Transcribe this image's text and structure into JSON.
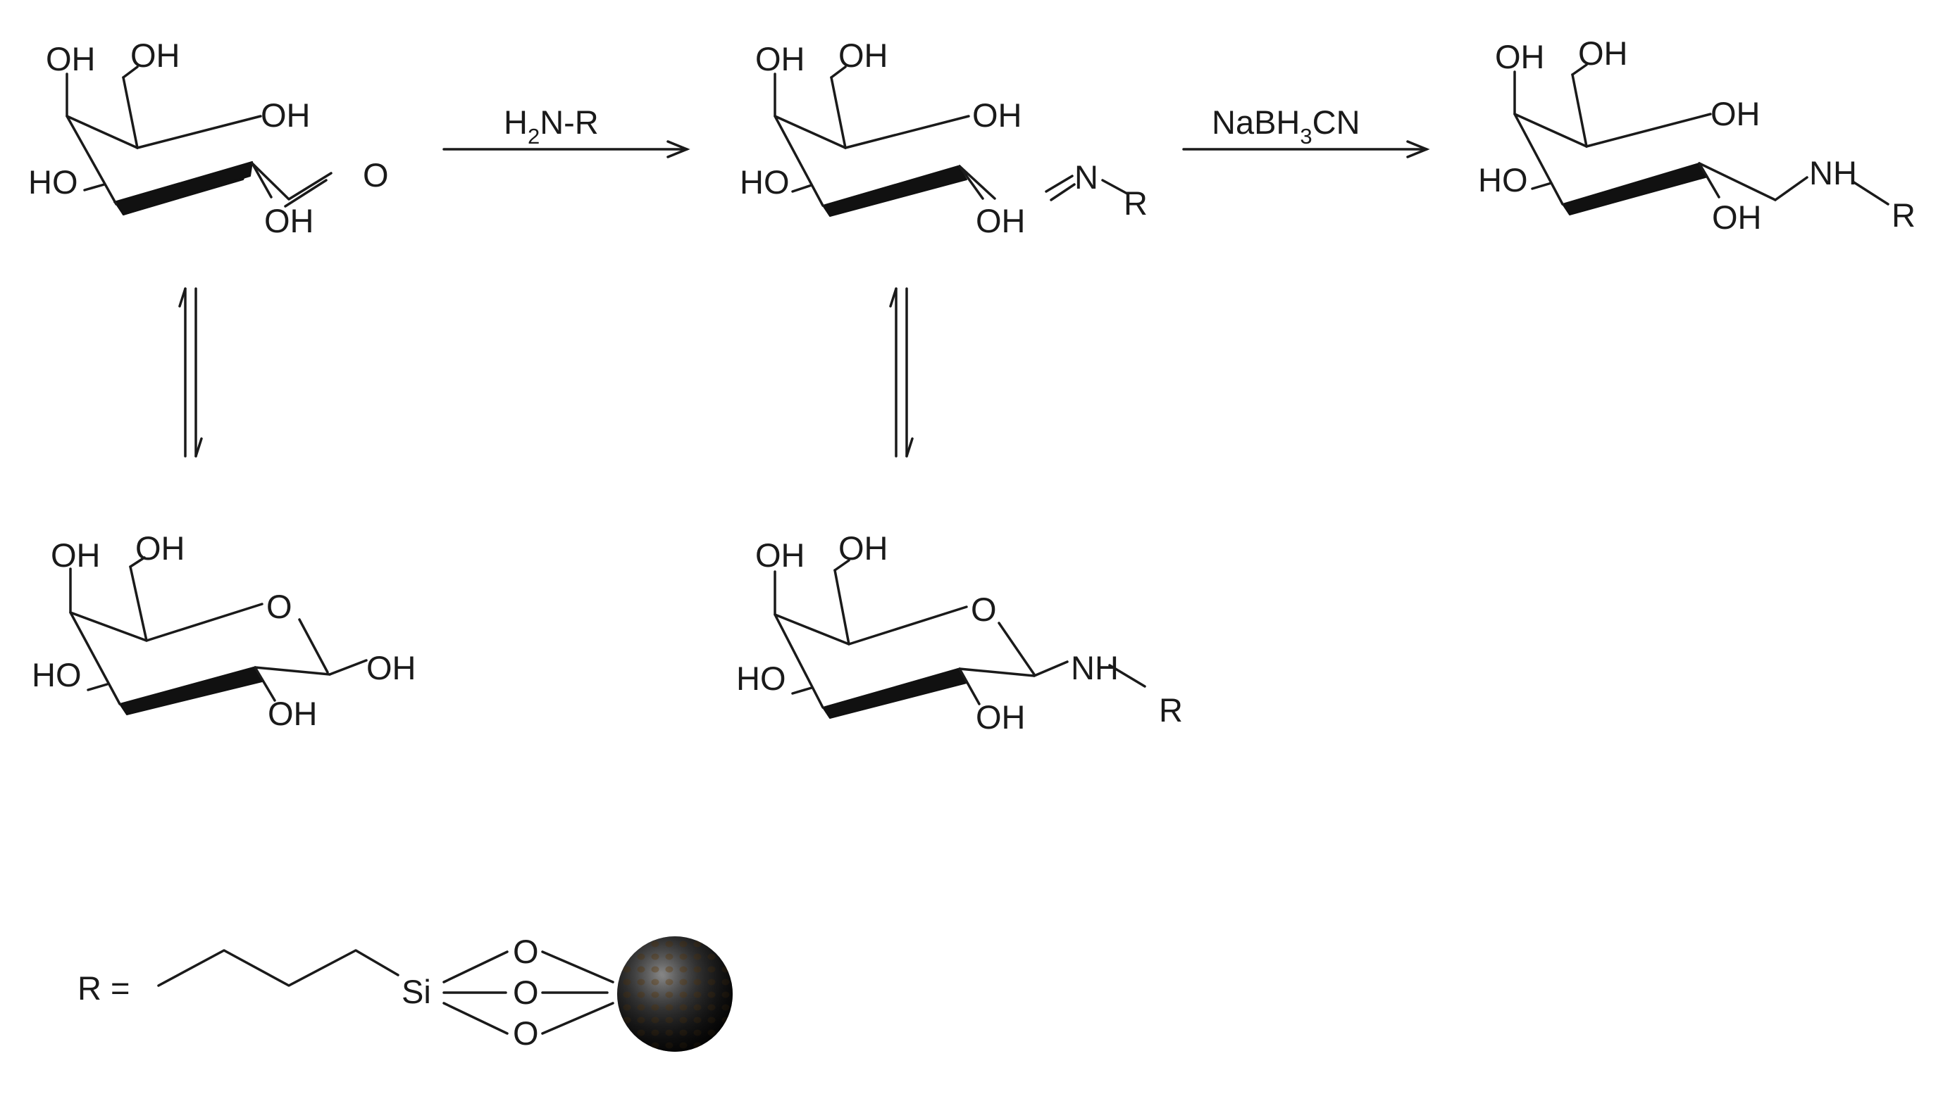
{
  "labels": {
    "oh": "OH",
    "ho": "HO",
    "o": "O",
    "n": "N",
    "nh": "NH",
    "r": "R",
    "si": "Si"
  },
  "reagents": {
    "step1": {
      "before": "H",
      "sub": "2",
      "after": "N-R"
    },
    "step2": {
      "before": "NaBH",
      "sub": "3",
      "after": "CN"
    }
  },
  "r_definition": "R =",
  "colors": {
    "ink": "#1a1a1a",
    "sphere": "#4a4a4a",
    "sphere_pores": "#7a5a28"
  }
}
